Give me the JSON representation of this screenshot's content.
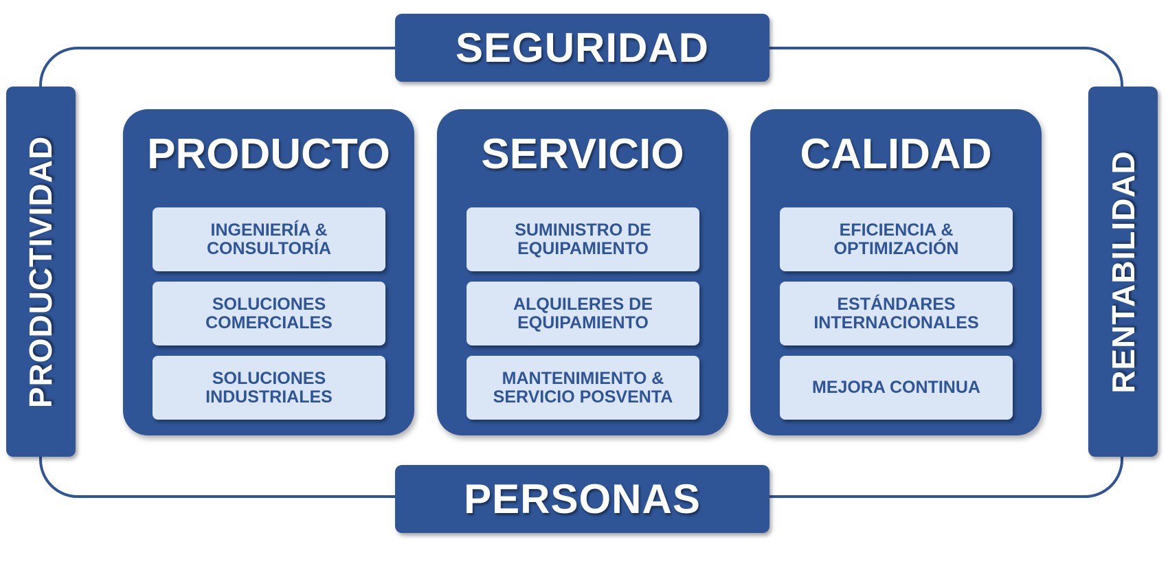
{
  "frame": {
    "top": "SEGURIDAD",
    "bottom": "PERSONAS",
    "left": "PRODUCTIVIDAD",
    "right": "RENTABILIDAD"
  },
  "columns": [
    {
      "title": "PRODUCTO",
      "items": [
        "INGENIERÍA &\nCONSULTORÍA",
        "SOLUCIONES\nCOMERCIALES",
        "SOLUCIONES\nINDUSTRIALES"
      ]
    },
    {
      "title": "SERVICIO",
      "items": [
        "SUMINISTRO DE\nEQUIPAMIENTO",
        "ALQUILERES DE\nEQUIPAMIENTO",
        "MANTENIMIENTO &\nSERVICIO POSVENTA"
      ]
    },
    {
      "title": "CALIDAD",
      "items": [
        "EFICIENCIA &\nOPTIMIZACIÓN",
        "ESTÁNDARES\nINTERNACIONALES",
        "MEJORA CONTINUA"
      ]
    }
  ],
  "colors": {
    "primary": "#2f5597",
    "light": "#dae6f5"
  }
}
